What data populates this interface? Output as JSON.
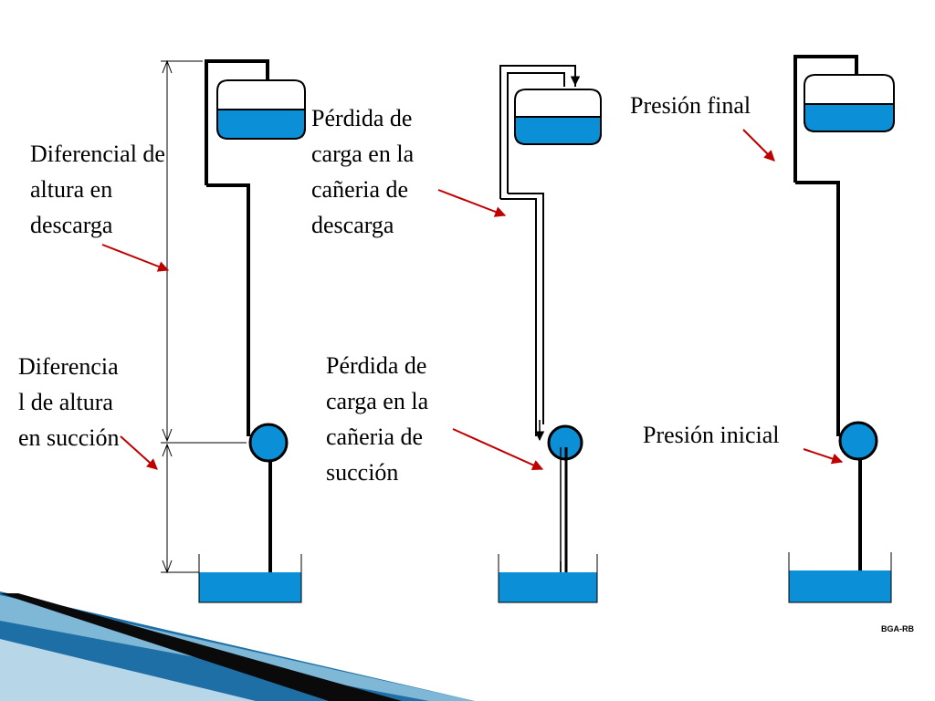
{
  "labels": {
    "diferencial_descarga": "Diferencial de\naltura en\ndescarga",
    "diferencial_succion": "Diferencia\nl de altura\nen succión",
    "perdida_descarga": "Pérdida de\ncarga en la\ncañeria de\ndescarga",
    "perdida_succion": "Pérdida de\ncarga en la\ncañeria de\nsucción",
    "presion_final": "Presión final",
    "presion_inicial": "Presión inicial"
  },
  "credit": "BGA-RB",
  "colors": {
    "water": "#0b8fd6",
    "arrow": "#c00000",
    "line": "#000000",
    "deco_dark": "#0a0a0a",
    "deco_blue": "#1d6fa5",
    "deco_light": "#7fb7d6"
  }
}
